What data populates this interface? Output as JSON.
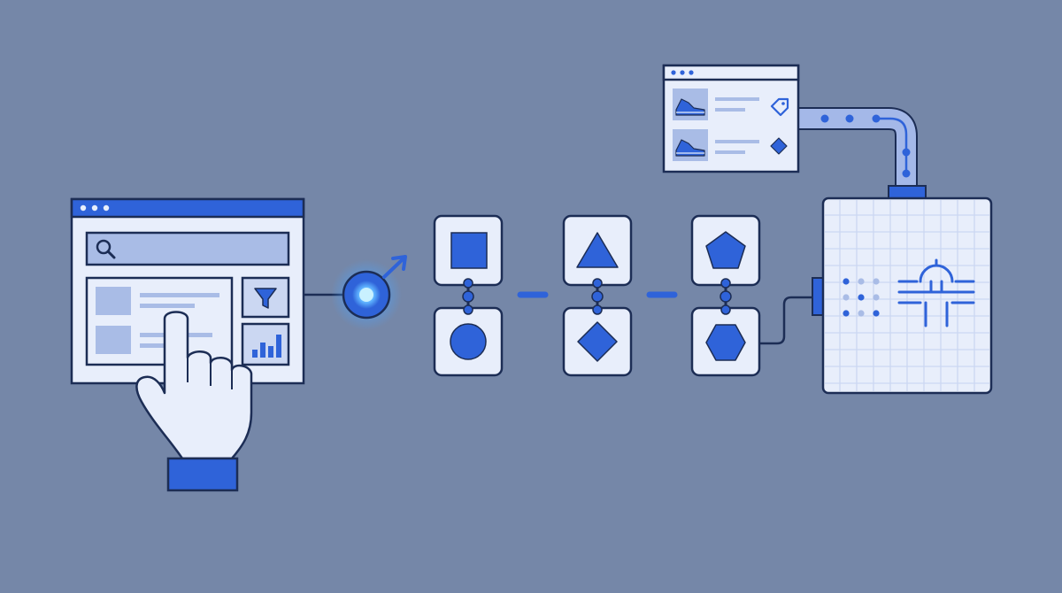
{
  "colors": {
    "background": "#7587a8",
    "outline": "#1c2d55",
    "accent": "#2f63d9",
    "panel": "#e8eefb",
    "panel_light": "#cbd7f2",
    "placeholder": "#a9bce6",
    "glow": "#5fb3ff",
    "connector_light": "#a4b8e8"
  },
  "browser": {
    "icons": [
      "search-icon",
      "filter-icon",
      "bar-chart-icon"
    ],
    "list_rows": 2,
    "pointer": "hand-pointer-icon"
  },
  "signal_node": {
    "icon": "glowing-node-arrow-icon"
  },
  "module_columns": [
    {
      "top": "square",
      "bottom": "circle"
    },
    {
      "top": "triangle",
      "bottom": "diamond"
    },
    {
      "top": "pentagon",
      "bottom": "hexagon"
    }
  ],
  "product_window": {
    "rows": [
      {
        "icon": "sneaker-icon",
        "tag": "price-tag-icon"
      },
      {
        "icon": "sneaker-icon",
        "tag": "diamond-tag-icon"
      }
    ]
  },
  "engine": {
    "icon": "circuit-chip-icon"
  }
}
